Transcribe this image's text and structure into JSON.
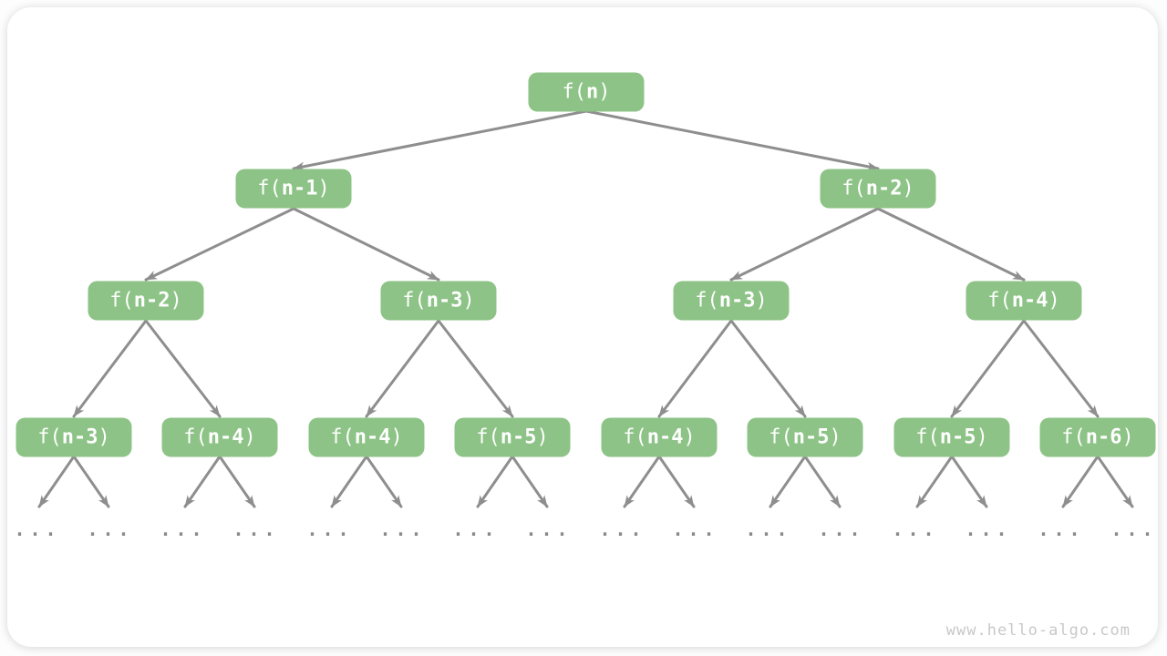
{
  "tree": {
    "levels": [
      [
        {
          "pre": "f(",
          "arg": "n",
          "post": ")"
        }
      ],
      [
        {
          "pre": "f(",
          "arg": "n-1",
          "post": ")"
        },
        {
          "pre": "f(",
          "arg": "n-2",
          "post": ")"
        }
      ],
      [
        {
          "pre": "f(",
          "arg": "n-2",
          "post": ")"
        },
        {
          "pre": "f(",
          "arg": "n-3",
          "post": ")"
        },
        {
          "pre": "f(",
          "arg": "n-3",
          "post": ")"
        },
        {
          "pre": "f(",
          "arg": "n-4",
          "post": ")"
        }
      ],
      [
        {
          "pre": "f(",
          "arg": "n-3",
          "post": ")"
        },
        {
          "pre": "f(",
          "arg": "n-4",
          "post": ")"
        },
        {
          "pre": "f(",
          "arg": "n-4",
          "post": ")"
        },
        {
          "pre": "f(",
          "arg": "n-5",
          "post": ")"
        },
        {
          "pre": "f(",
          "arg": "n-4",
          "post": ")"
        },
        {
          "pre": "f(",
          "arg": "n-5",
          "post": ")"
        },
        {
          "pre": "f(",
          "arg": "n-5",
          "post": ")"
        },
        {
          "pre": "f(",
          "arg": "n-6",
          "post": ")"
        }
      ]
    ],
    "ellipsis": "..."
  },
  "colors": {
    "node_fill": "#8dc386",
    "node_text": "#ffffff",
    "edge": "#8e8e8e",
    "ellipsis": "#8a8a8a",
    "watermark": "#c8c8c8",
    "card_background": "#ffffff"
  },
  "watermark": "www.hello-algo.com"
}
